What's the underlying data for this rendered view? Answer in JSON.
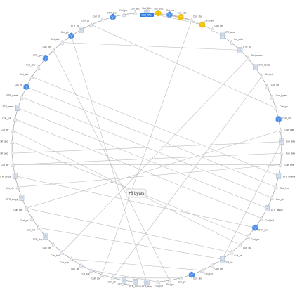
{
  "colors": {
    "blue": "#4a8ee8",
    "blue_dark": "#2f6fd0",
    "yellow": "#f2c200",
    "yellow_dark": "#d4a700",
    "file_fill": "#dbe3ee",
    "file_stroke": "#8fa4bf",
    "thin_fill": "#e9edf2",
    "thin_stroke": "#a9b4c2",
    "selection": "#2f7de1",
    "edge": "#bdbdbd"
  },
  "tooltip": {
    "text": "+8 bytes"
  },
  "graph": {
    "nodes": [
      {
        "label": "Stat_filter",
        "kind": "file"
      },
      {
        "label": "Stat_stac",
        "kind": "yellow"
      },
      {
        "label": "Sat_cur",
        "kind": "blue"
      },
      {
        "label": "Curl_stat",
        "kind": "yellow"
      },
      {
        "label": "Curl_stat",
        "kind": "thin"
      },
      {
        "label": "Curl_safe",
        "kind": "yellow"
      },
      {
        "label": "Curl_ptr",
        "kind": "thin"
      },
      {
        "label": "STR_alloc",
        "kind": "file"
      },
      {
        "label": "buf_alloc",
        "kind": "thin"
      },
      {
        "label": "STR_fp",
        "kind": "file"
      },
      {
        "label": "Curl_abcde",
        "kind": "thin"
      },
      {
        "label": "Curl_abcde",
        "kind": "file"
      },
      {
        "label": "Curl_ctr",
        "kind": "thin"
      },
      {
        "label": "Curl_ctr",
        "kind": "thin"
      },
      {
        "label": "Curl_bytes",
        "kind": "thin"
      },
      {
        "label": "Curl_ptr",
        "kind": "thin"
      },
      {
        "label": "Curl_abc",
        "kind": "blue"
      },
      {
        "label": "Curl_stat",
        "kind": "thin"
      },
      {
        "label": "Curl_alloc",
        "kind": "file"
      },
      {
        "label": "Curl_alloc",
        "kind": "thin"
      },
      {
        "label": "Curl_free",
        "kind": "thin"
      },
      {
        "label": "SPL_thinking",
        "kind": "file"
      },
      {
        "label": "Curl_free",
        "kind": "thin"
      },
      {
        "label": "Curl_ptr",
        "kind": "thin"
      },
      {
        "label": "STR_attach",
        "kind": "file"
      },
      {
        "label": "Curl_buf",
        "kind": "thin"
      },
      {
        "label": "STR_gen",
        "kind": "blue"
      },
      {
        "label": "Curl_ptr",
        "kind": "thin"
      },
      {
        "label": "Curl_buf",
        "kind": "thin"
      },
      {
        "label": "Curl_ptr",
        "kind": "thin"
      },
      {
        "label": "STR_ctr",
        "kind": "file"
      },
      {
        "label": "Curl_ptr",
        "kind": "thin"
      },
      {
        "label": "Curl_buf",
        "kind": "thin"
      },
      {
        "label": "Curl_abc",
        "kind": "blue"
      },
      {
        "label": "Curl_ptr",
        "kind": "thin"
      },
      {
        "label": "Curl_ptr",
        "kind": "thin"
      },
      {
        "label": "Curl_buf",
        "kind": "thin"
      },
      {
        "label": "STR_alloc",
        "kind": "file"
      },
      {
        "label": "STR_strdup",
        "kind": "file"
      },
      {
        "label": "STR_strlen",
        "kind": "file"
      },
      {
        "label": "Curl_ptr",
        "kind": "thin"
      },
      {
        "label": "Curl_abc",
        "kind": "thin"
      },
      {
        "label": "Curl_buf",
        "kind": "thin"
      },
      {
        "label": "Curl_ptr",
        "kind": "thin"
      },
      {
        "label": "Curl_abc",
        "kind": "thin"
      },
      {
        "label": "Curl_buf",
        "kind": "thin"
      },
      {
        "label": "Curl_ptr",
        "kind": "thin"
      },
      {
        "label": "STR_dup",
        "kind": "file"
      },
      {
        "label": "Curl_buf",
        "kind": "thin"
      },
      {
        "label": "Curl_ptr",
        "kind": "thin"
      },
      {
        "label": "Curl_abc",
        "kind": "thin"
      },
      {
        "label": "STR_strcpy",
        "kind": "file"
      },
      {
        "label": "Curl_pfx",
        "kind": "thin"
      },
      {
        "label": "STR_strcpy",
        "kind": "file"
      },
      {
        "label": "Curl_ptr",
        "kind": "thin"
      },
      {
        "label": "Curl_abc",
        "kind": "thin"
      },
      {
        "label": "Curl_abc",
        "kind": "thin"
      },
      {
        "label": "Curl_ptr",
        "kind": "thin"
      },
      {
        "label": "Curl_buf",
        "kind": "thin"
      },
      {
        "label": "STR_name",
        "kind": "file"
      },
      {
        "label": "STR_name",
        "kind": "thin"
      },
      {
        "label": "Curl_ptr",
        "kind": "blue"
      },
      {
        "label": "Curl_abc",
        "kind": "thin"
      },
      {
        "label": "Curl_abc",
        "kind": "thin"
      },
      {
        "label": "STR_gen",
        "kind": "blue"
      },
      {
        "label": "Curl_ptr",
        "kind": "thin"
      },
      {
        "label": "Curl_abc",
        "kind": "thin"
      },
      {
        "label": "Curl_ptr",
        "kind": "blue"
      },
      {
        "label": "STR_eq",
        "kind": "file"
      },
      {
        "label": "Curl_ptr",
        "kind": "thin"
      },
      {
        "label": "Curl_ptr",
        "kind": "thin"
      },
      {
        "label": "STR_gen",
        "kind": "blue"
      },
      {
        "label": "Curl_ptr",
        "kind": "thin"
      },
      {
        "label": "Curl_abc",
        "kind": "thin"
      }
    ],
    "edges": [
      [
        0,
        5
      ],
      [
        1,
        4
      ],
      [
        2,
        3
      ],
      [
        3,
        4
      ],
      [
        0,
        3
      ],
      [
        4,
        6
      ],
      [
        5,
        7
      ],
      [
        7,
        8
      ],
      [
        8,
        9
      ],
      [
        9,
        10
      ],
      [
        10,
        11
      ],
      [
        11,
        12
      ],
      [
        12,
        13
      ],
      [
        13,
        14
      ],
      [
        14,
        15
      ],
      [
        15,
        16
      ],
      [
        16,
        17
      ],
      [
        17,
        18
      ],
      [
        18,
        19
      ],
      [
        19,
        20
      ],
      [
        20,
        21
      ],
      [
        21,
        22
      ],
      [
        22,
        23
      ],
      [
        23,
        24
      ],
      [
        24,
        25
      ],
      [
        25,
        26
      ],
      [
        26,
        27
      ],
      [
        27,
        28
      ],
      [
        28,
        29
      ],
      [
        29,
        30
      ],
      [
        30,
        31
      ],
      [
        31,
        32
      ],
      [
        32,
        33
      ],
      [
        33,
        34
      ],
      [
        34,
        35
      ],
      [
        35,
        36
      ],
      [
        36,
        37
      ],
      [
        37,
        38
      ],
      [
        38,
        39
      ],
      [
        39,
        40
      ],
      [
        40,
        41
      ],
      [
        41,
        42
      ],
      [
        42,
        43
      ],
      [
        43,
        44
      ],
      [
        44,
        45
      ],
      [
        45,
        46
      ],
      [
        46,
        47
      ],
      [
        47,
        48
      ],
      [
        48,
        49
      ],
      [
        49,
        50
      ],
      [
        50,
        51
      ],
      [
        51,
        52
      ],
      [
        52,
        53
      ],
      [
        53,
        54
      ],
      [
        54,
        55
      ],
      [
        55,
        56
      ],
      [
        56,
        57
      ],
      [
        57,
        58
      ],
      [
        58,
        59
      ],
      [
        59,
        60
      ],
      [
        60,
        61
      ],
      [
        61,
        62
      ],
      [
        62,
        63
      ],
      [
        63,
        64
      ],
      [
        64,
        65
      ],
      [
        65,
        66
      ],
      [
        66,
        67
      ],
      [
        67,
        68
      ],
      [
        68,
        69
      ],
      [
        69,
        70
      ],
      [
        70,
        71
      ],
      [
        71,
        72
      ],
      [
        72,
        73
      ],
      [
        73,
        0
      ],
      [
        4,
        41
      ],
      [
        56,
        27
      ],
      [
        57,
        28
      ],
      [
        58,
        25
      ],
      [
        59,
        24
      ],
      [
        60,
        23
      ],
      [
        61,
        22
      ],
      [
        62,
        21
      ],
      [
        52,
        20
      ],
      [
        54,
        19
      ],
      [
        55,
        18
      ],
      [
        53,
        26
      ],
      [
        50,
        29
      ],
      [
        48,
        30
      ],
      [
        42,
        36
      ],
      [
        40,
        34
      ],
      [
        18,
        30
      ],
      [
        17,
        50
      ],
      [
        35,
        65
      ],
      [
        37,
        67
      ],
      [
        15,
        69
      ],
      [
        20,
        54
      ],
      [
        32,
        44
      ],
      [
        10,
        45
      ],
      [
        66,
        9
      ],
      [
        12,
        40
      ]
    ]
  }
}
